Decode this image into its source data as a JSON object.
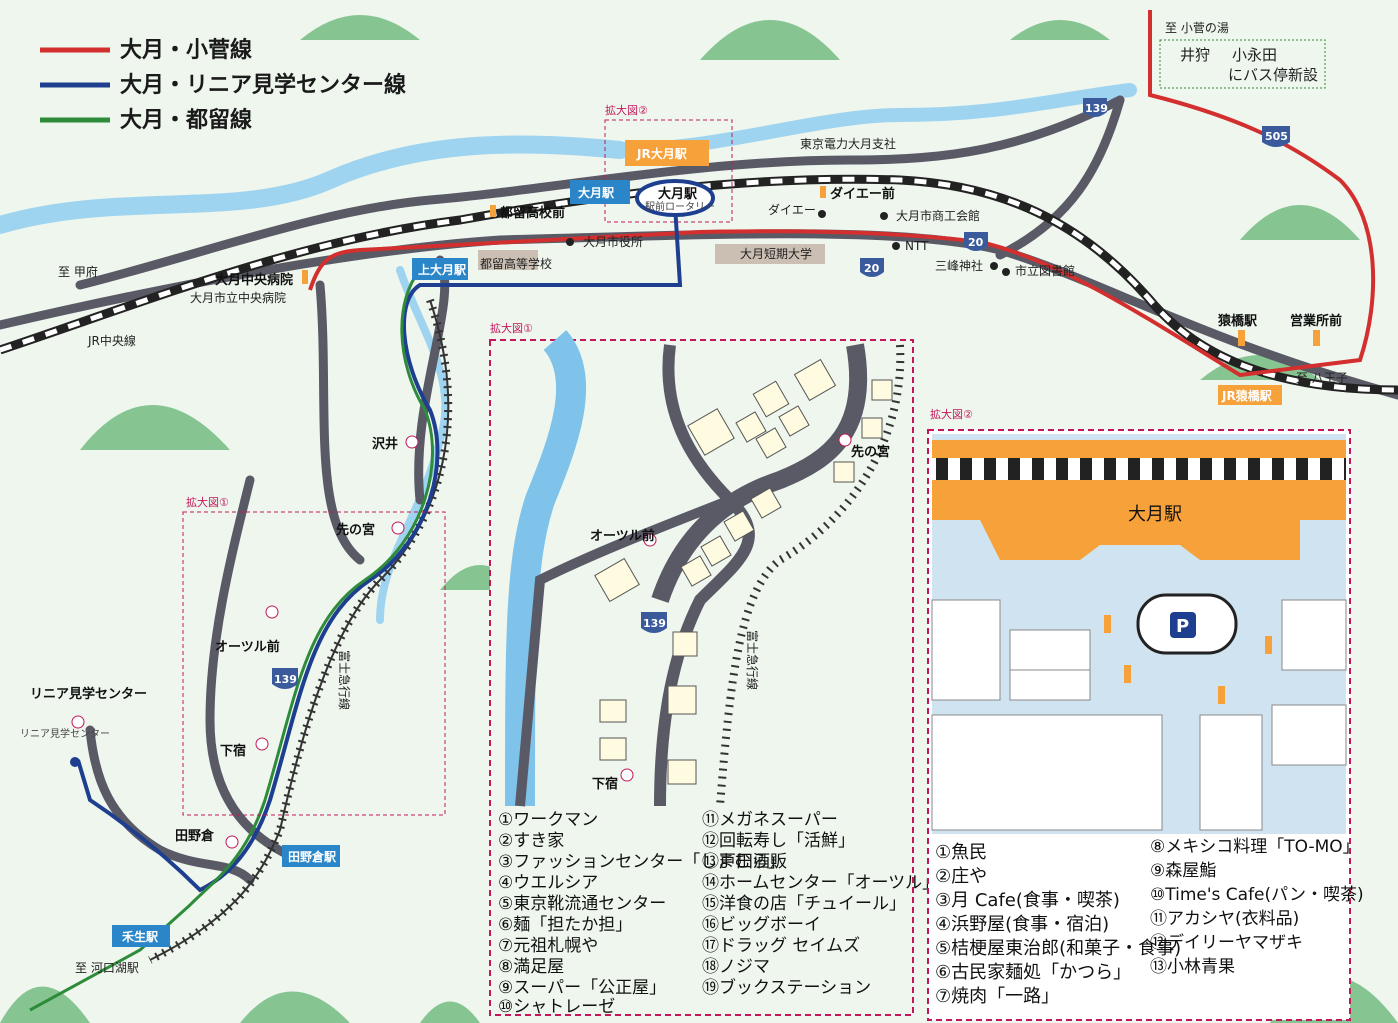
{
  "legend": [
    {
      "label": "大月・小菅線",
      "color": "#d32f2f"
    },
    {
      "label": "大月・リニア見学センター線",
      "color": "#1e3f8f"
    },
    {
      "label": "大月・都留線",
      "color": "#2e8b3a"
    }
  ],
  "colors": {
    "water": "#9fd4f0",
    "road": "#5a5a66",
    "mountain": "#7fc08a",
    "station": "#f6a13a",
    "zoom_border": "#c2185b"
  },
  "top_note": {
    "line1": "至 小菅の湯",
    "line2": "井狩",
    "line3": "小永田",
    "line4": "にバス停新設"
  },
  "stations": {
    "jr_otsuki": "JR大月駅",
    "otsuki": "大月駅",
    "kami_otsuki": "上大月駅",
    "tanokura": "田野倉駅",
    "kaminokura": "禾生駅",
    "jr_saruhashi": "JR猿橋駅"
  },
  "bus_stops": {
    "otsuki_station_bus": "大月駅",
    "ekimae": "駅前ロータリー",
    "tsuru_koko": "都留高校前",
    "daiei": "ダイエー前",
    "chuo_byoin": "大月中央病院",
    "sawai": "沢井",
    "sakinomiya": "先の宮",
    "otsuru": "オーツル前",
    "shimojuku": "下宿",
    "tanokura_stop": "田野倉",
    "linear_center": "リニア見学センター",
    "linear_center_small": "リニア見学センター",
    "saruhashi": "猿橋駅",
    "eigyosho": "営業所前"
  },
  "places": {
    "tokyo_denryoku": "東京電力大月支社",
    "daiei_store": "ダイエー",
    "shokokai": "大月市商工会館",
    "shiyakusho": "大月市役所",
    "tsuru_kogakko": "都留高等学校",
    "tanki_daigaku": "大月短期大学",
    "ntt": "NTT",
    "mitsumine": "三峰神社",
    "toshokan": "市立図書館",
    "chuo_byoin_place": "大月市立中央病院",
    "kofu": "至 甲府",
    "jr_chuo": "JR中央線",
    "hachioji": "至 八王子",
    "kawaguchiko": "至 河口湖駅",
    "fujikyu": "富士急行線"
  },
  "routes": {
    "r139": "139",
    "r20": "20",
    "r505": "505"
  },
  "zoom_labels": {
    "zoom1": "拡大図①",
    "zoom2": "拡大図②"
  },
  "zoom1_stops": {
    "otsuru": "オーツル前",
    "sakinomiya": "先の宮",
    "shimojuku": "下宿"
  },
  "zoom2_title": "大月駅",
  "zoom2_parking": "P",
  "list1": [
    "①ワークマン",
    "②すき家",
    "③ファッションセンター「しまむら」",
    "④ウエルシア",
    "⑤東京靴流通センター",
    "⑥麺「担たか担」",
    "⑦元祖札幌や",
    "⑧満足屋",
    "⑨スーパー「公正屋」",
    "⑩シャトレーゼ"
  ],
  "list2": [
    "⑪メガネスーパー",
    "⑫回転寿し「活鮮」",
    "⑬戸田酒販",
    "⑭ホームセンター「オーツル」",
    "⑮洋食の店「チュイール」",
    "⑯ビッグボーイ",
    "⑰ドラッグ セイムズ",
    "⑱ノジマ",
    "⑲ブックステーション"
  ],
  "list3": [
    "①魚民",
    "②庄や",
    "③月 Cafe(食事・喫茶)",
    "④浜野屋(食事・宿泊)",
    "⑤桔梗屋東治郎(和菓子・食事)",
    "⑥古民家麺処「かつら」",
    "⑦焼肉「一路」"
  ],
  "list4": [
    "⑧メキシコ料理「TO-MO」",
    "⑨森屋鮨",
    "⑩Time's Cafe(パン・喫茶)",
    "⑪アカシヤ(衣料品)",
    "⑫デイリーヤマザキ",
    "⑬小林青果"
  ]
}
